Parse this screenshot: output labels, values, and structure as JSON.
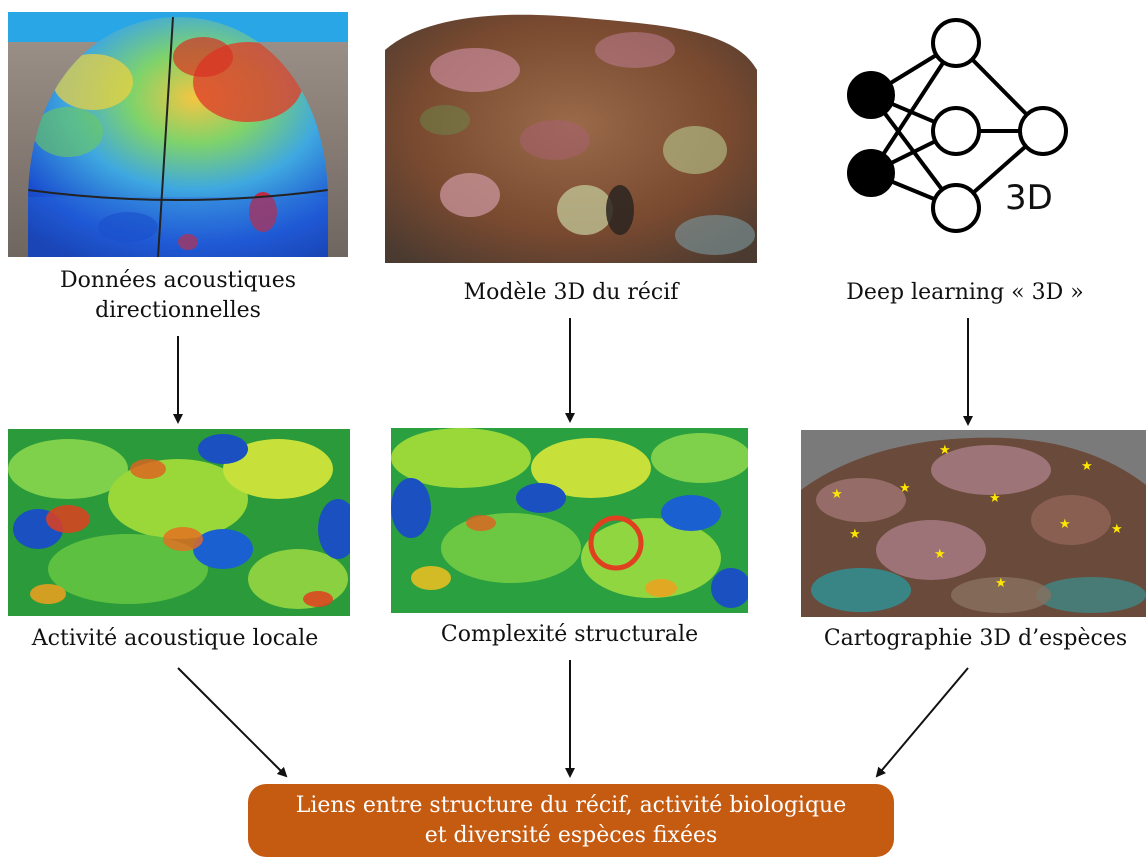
{
  "top_row": {
    "acoustic_label_line1": "Données acoustiques",
    "acoustic_label_line2": "directionnelles",
    "model_label": "Modèle 3D du récif",
    "deep_label": "Deep learning « 3D »",
    "nn_tag": "3D"
  },
  "middle_row": {
    "activity_label": "Activité acoustique locale",
    "complexity_label": "Complexité structurale",
    "species_map_label": "Cartographie 3D d’espèces"
  },
  "result": {
    "line1": "Liens entre structure du récif, activité biologique",
    "line2": "et diversité espèces fixées"
  },
  "colors": {
    "result_fill": "#c55a11",
    "arrow": "#111111",
    "species_star": "#ffe600"
  }
}
